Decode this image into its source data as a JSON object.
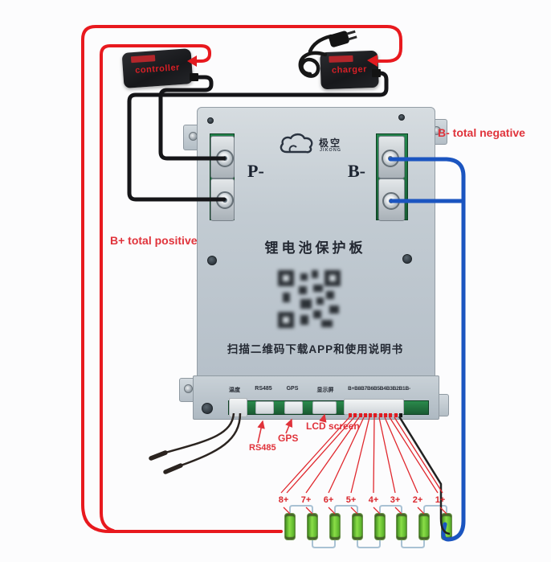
{
  "devices": {
    "controller_label": "controller",
    "charger_label": "charger"
  },
  "wire_labels": {
    "total_negative": "B-  total negative",
    "total_positive": "B+ total positive"
  },
  "board": {
    "logo_cn": "极空",
    "logo_en": "JIKONG",
    "p_terminal": "P-",
    "b_terminal": "B-",
    "title": "锂电池保护板",
    "qr_caption": "扫描二维码下载APP和使用说明书",
    "ports": {
      "temp": "温度",
      "rs485": "RS485",
      "gps": "GPS",
      "display": "显示屏",
      "balance": "B+B8B7B6B5B4B3B2B1B-"
    }
  },
  "callouts": {
    "rs485": "RS485",
    "gps": "GPS",
    "lcd": "LCD screen"
  },
  "batteries": {
    "labels": [
      "8+",
      "7+",
      "6+",
      "5+",
      "4+",
      "3+",
      "2+",
      "1+"
    ]
  },
  "colors": {
    "positive_wire": "#e8191e",
    "negative_wire": "#151518",
    "b_minus_wire": "#1b55c0",
    "annotation_red": "#e0333b",
    "battery_green": "#6cc832",
    "board_gray": "#c6ced5",
    "pcb_green": "#1e7a46"
  }
}
